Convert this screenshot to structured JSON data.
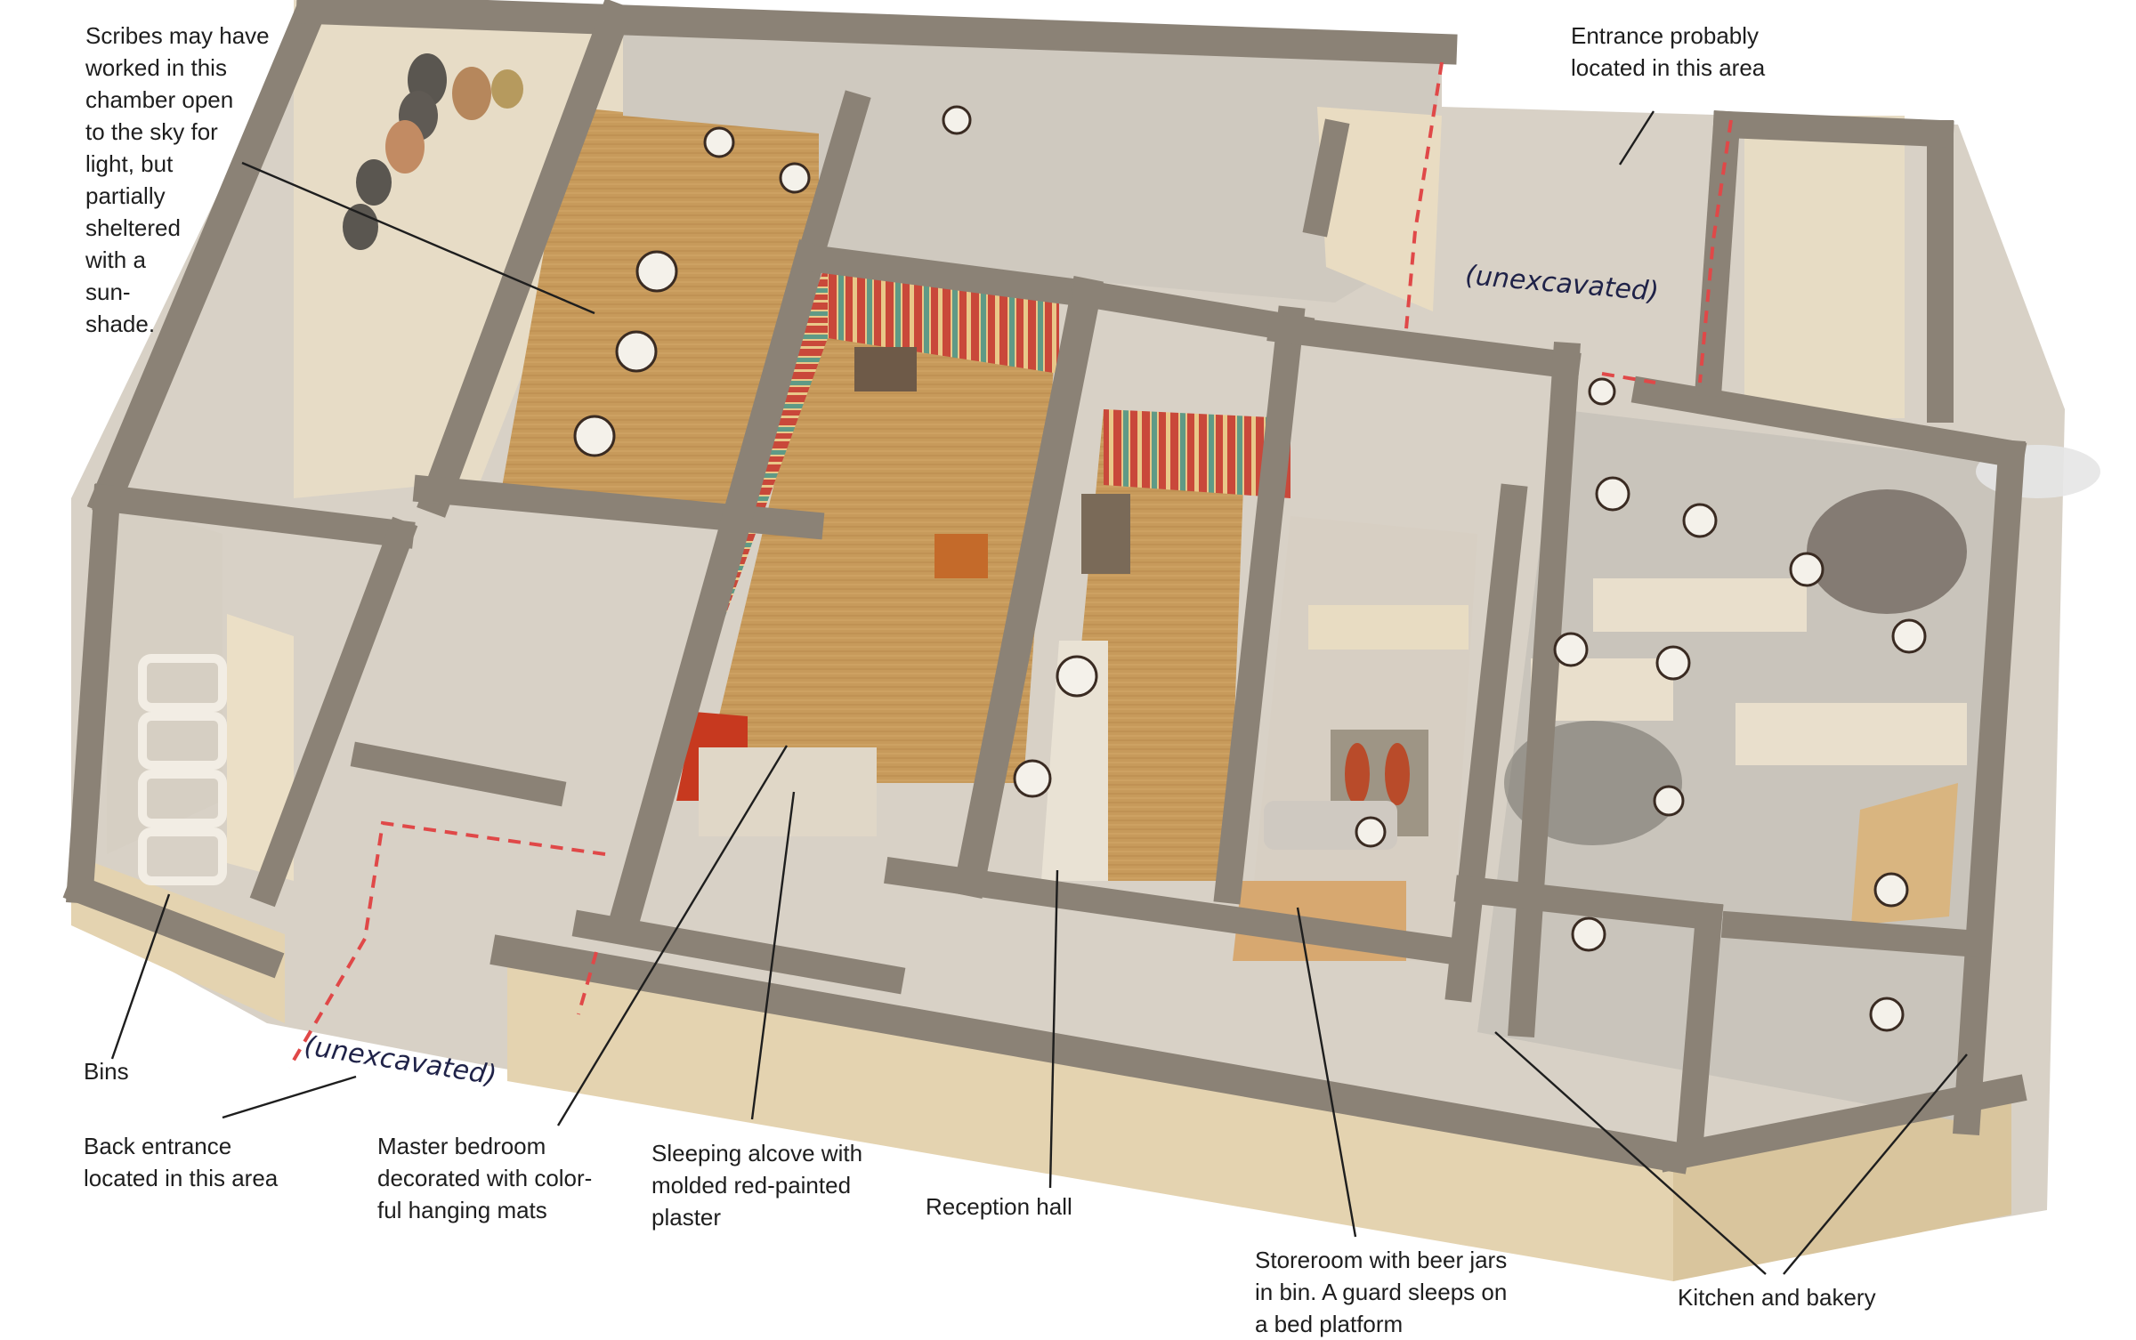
{
  "labels": {
    "scribes": "Scribes may have\nworked in this\nchamber open\nto the sky for\nlight, but\npartially\nsheltered\nwith a\nsun-\nshade.",
    "entrance": "Entrance probably\nlocated in this area",
    "unexcavated_top": "(unexcavated)",
    "unexcavated_bottom": "(unexcavated)",
    "bins": "Bins",
    "back_entrance": "Back entrance\nlocated in this area",
    "master_bedroom": "Master bedroom\ndecorated with color-\nful hanging mats",
    "sleeping_alcove": "Sleeping alcove with\nmolded red-painted\nplaster",
    "reception_hall": "Reception hall",
    "storeroom": "Storeroom with beer jars\nin bin. A guard sleeps on\na bed platform",
    "kitchen": "Kitchen and bakery"
  },
  "colors": {
    "wall_top": "#8b8276",
    "wall_face": "#eadcc0",
    "floor_stone": "#d3cdc3",
    "mat": "#c79a5b",
    "red_plaster": "#c7391f",
    "boundary_dash": "#e04848",
    "leader_line": "#1e1e1e",
    "unexcavated_text": "#1f2248"
  }
}
